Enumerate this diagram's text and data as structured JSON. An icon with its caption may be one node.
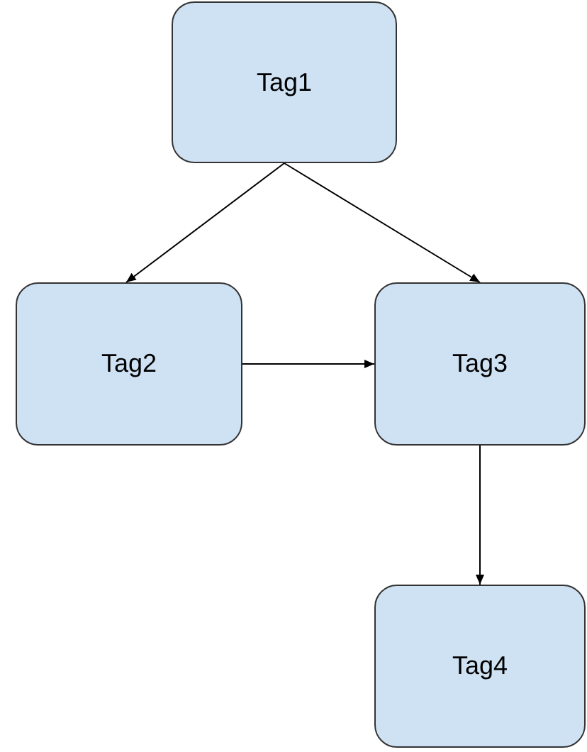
{
  "diagram": {
    "nodes": [
      {
        "text": [
          "Tag1"
        ]
      },
      {
        "text": [
          "Tag2"
        ]
      },
      {
        "text": [
          "Tag3"
        ]
      },
      {
        "text": [
          "Tag4"
        ]
      }
    ],
    "edges": [
      {
        "from": 0,
        "to": 1,
        "arrow": "to"
      },
      {
        "from": 0,
        "to": 2,
        "arrow": "to"
      },
      {
        "from": 1,
        "to": 2,
        "arrow": "to"
      },
      {
        "from": 2,
        "to": 3,
        "arrow": "to"
      }
    ]
  }
}
